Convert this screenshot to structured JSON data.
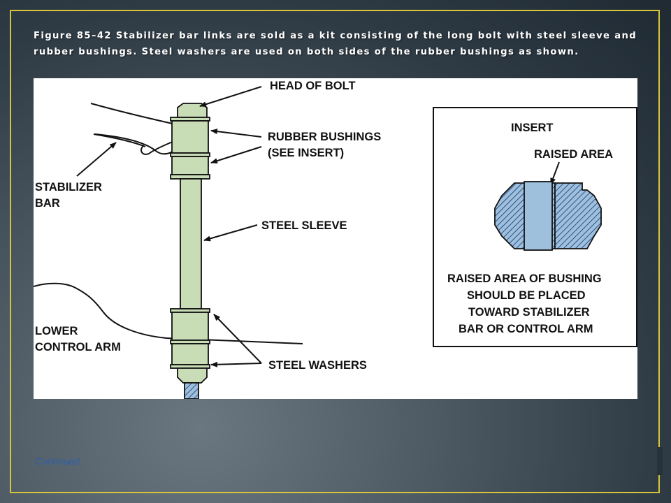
{
  "caption": "Figure 85–42  Stabilizer bar links are sold as a kit consisting of the long bolt with steel sleeve and rubber bushings. Steel washers are used on both sides of the rubber bushings as shown.",
  "labels": {
    "head_of_bolt": "HEAD OF BOLT",
    "rubber_bushings_1": "RUBBER BUSHINGS",
    "rubber_bushings_2": "(SEE INSERT)",
    "stabilizer_1": "STABILIZER",
    "stabilizer_2": "BAR",
    "steel_sleeve": "STEEL SLEEVE",
    "lower_control_1": "LOWER",
    "lower_control_2": "CONTROL ARM",
    "steel_washers": "STEEL WASHERS"
  },
  "insert": {
    "title": "INSERT",
    "raised_area": "RAISED AREA",
    "note_1": "RAISED AREA OF BUSHING",
    "note_2": "SHOULD BE PLACED",
    "note_3": "TOWARD STABILIZER",
    "note_4": "BAR OR CONTROL ARM"
  },
  "footer": {
    "continued": "Continued"
  },
  "colors": {
    "frame": "#d6c53a",
    "part_fill": "#c8dcb6",
    "insert_fill": "#9ec0dc",
    "hatch_fill": "#5b7fb4"
  }
}
